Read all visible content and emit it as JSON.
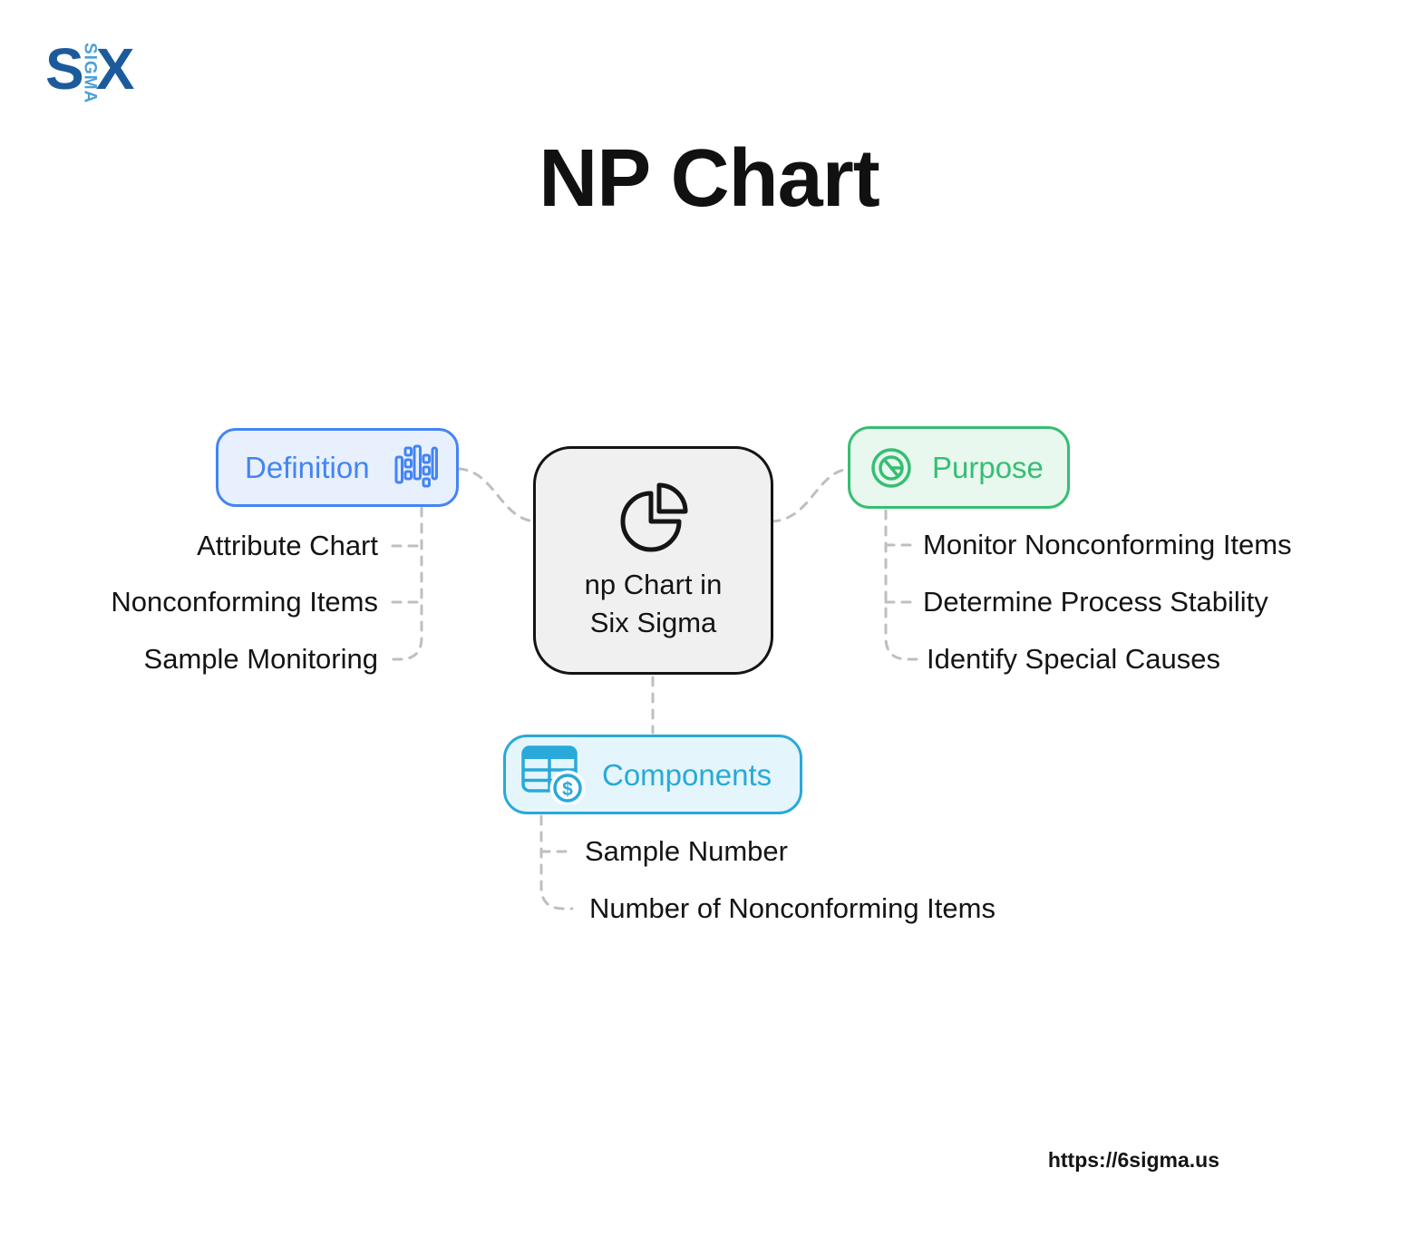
{
  "logo": {
    "s": "S",
    "sigma": "SIGMA",
    "x": "X"
  },
  "title": "NP Chart",
  "center": {
    "line1": "np Chart in",
    "line2": "Six Sigma",
    "icon": "pie-chart-exploded-slice"
  },
  "branches": {
    "definition": {
      "label": "Definition",
      "icon": "candlestick-bars",
      "items": [
        "Attribute Chart",
        "Nonconforming Items",
        "Sample Monitoring"
      ]
    },
    "purpose": {
      "label": "Purpose",
      "icon": "circled-pie-target",
      "items": [
        "Monitor Nonconforming Items",
        "Determine Process Stability",
        "Identify Special Causes"
      ]
    },
    "components": {
      "label": "Components",
      "icon": "finance-table-dollar",
      "items": [
        "Sample Number",
        "Number of Nonconforming Items"
      ]
    }
  },
  "footer": {
    "url": "https://6sigma.us"
  },
  "colors": {
    "definition_accent": "#4285f4",
    "definition_bg": "#e8f0fe",
    "purpose_accent": "#36be73",
    "purpose_bg": "#e8f8ef",
    "components_accent": "#29a9d9",
    "components_bg": "#e4f6fc",
    "center_bg": "#f0f0f0",
    "center_border": "#141414",
    "connector": "#bfbfbf",
    "logo_dark": "#1b5b9c",
    "logo_light": "#4f9fd7",
    "text": "#141414"
  }
}
